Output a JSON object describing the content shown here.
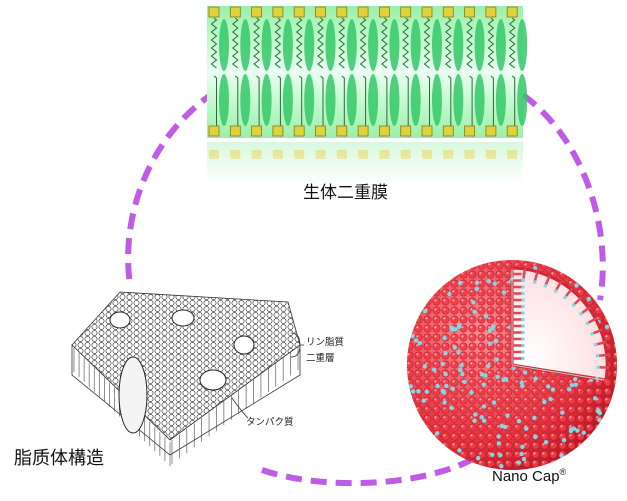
{
  "labels": {
    "bilayer": "生体二重膜",
    "liposome": "脂质体構造",
    "nanocap_name": "Nano Cap",
    "nanocap_mark": "®",
    "phospholipid": "リン脂質",
    "bilayer_small": "二重層",
    "protein": "タンパク質"
  },
  "colors": {
    "ring": "#c05be8",
    "lipid_head": "#e0d23a",
    "lipid_tail": "#34c86a",
    "sphere_red": "#e2313f",
    "sphere_cyan": "#7fd9e6"
  }
}
